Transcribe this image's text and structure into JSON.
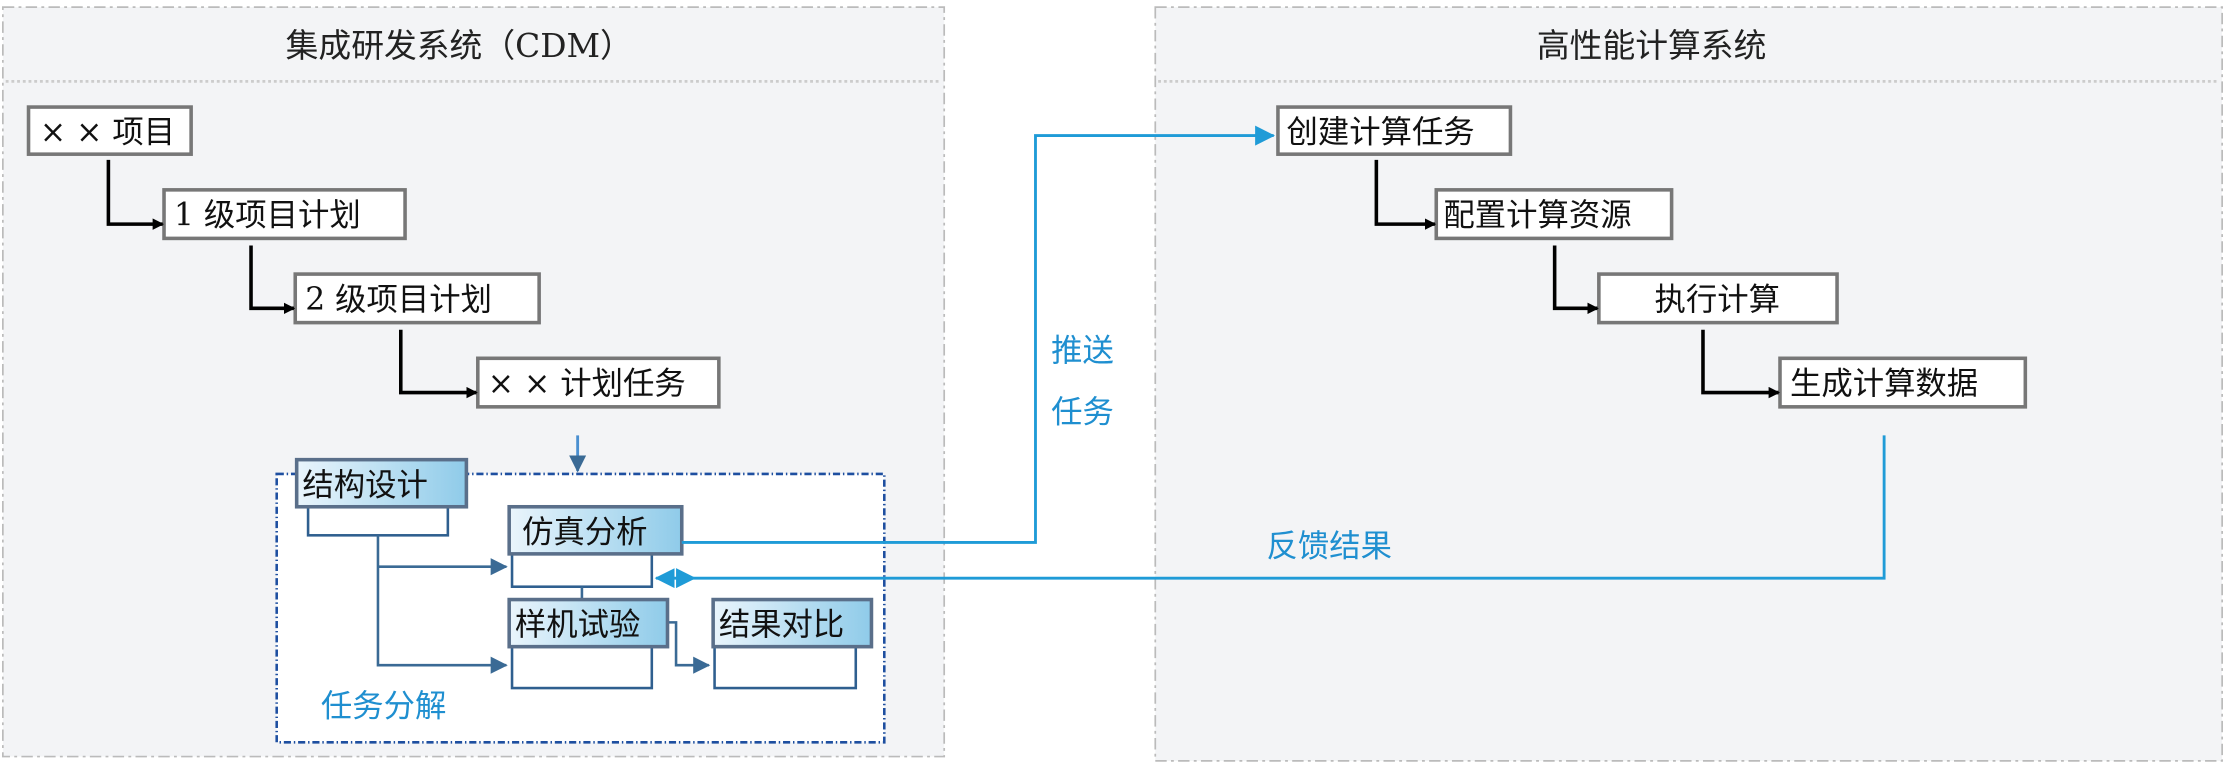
{
  "left_panel": {
    "title": "集成研发系统（CDM）",
    "hierarchy": [
      "× × 项目",
      "1 级项目计划",
      "2 级项目计划",
      "× × 计划任务"
    ],
    "decomposition": {
      "label": "任务分解",
      "tasks": [
        "结构设计",
        "仿真分析",
        "样机试验",
        "结果对比"
      ]
    }
  },
  "right_panel": {
    "title": "高性能计算系统",
    "steps": [
      "创建计算任务",
      "配置计算资源",
      "执行计算",
      "生成计算数据"
    ]
  },
  "links": {
    "push_label_line1": "推送",
    "push_label_line2": "任务",
    "feedback_label": "反馈结果"
  },
  "colors": {
    "accent": "#1f9bd7",
    "panel_bg": "#f3f4f6"
  }
}
